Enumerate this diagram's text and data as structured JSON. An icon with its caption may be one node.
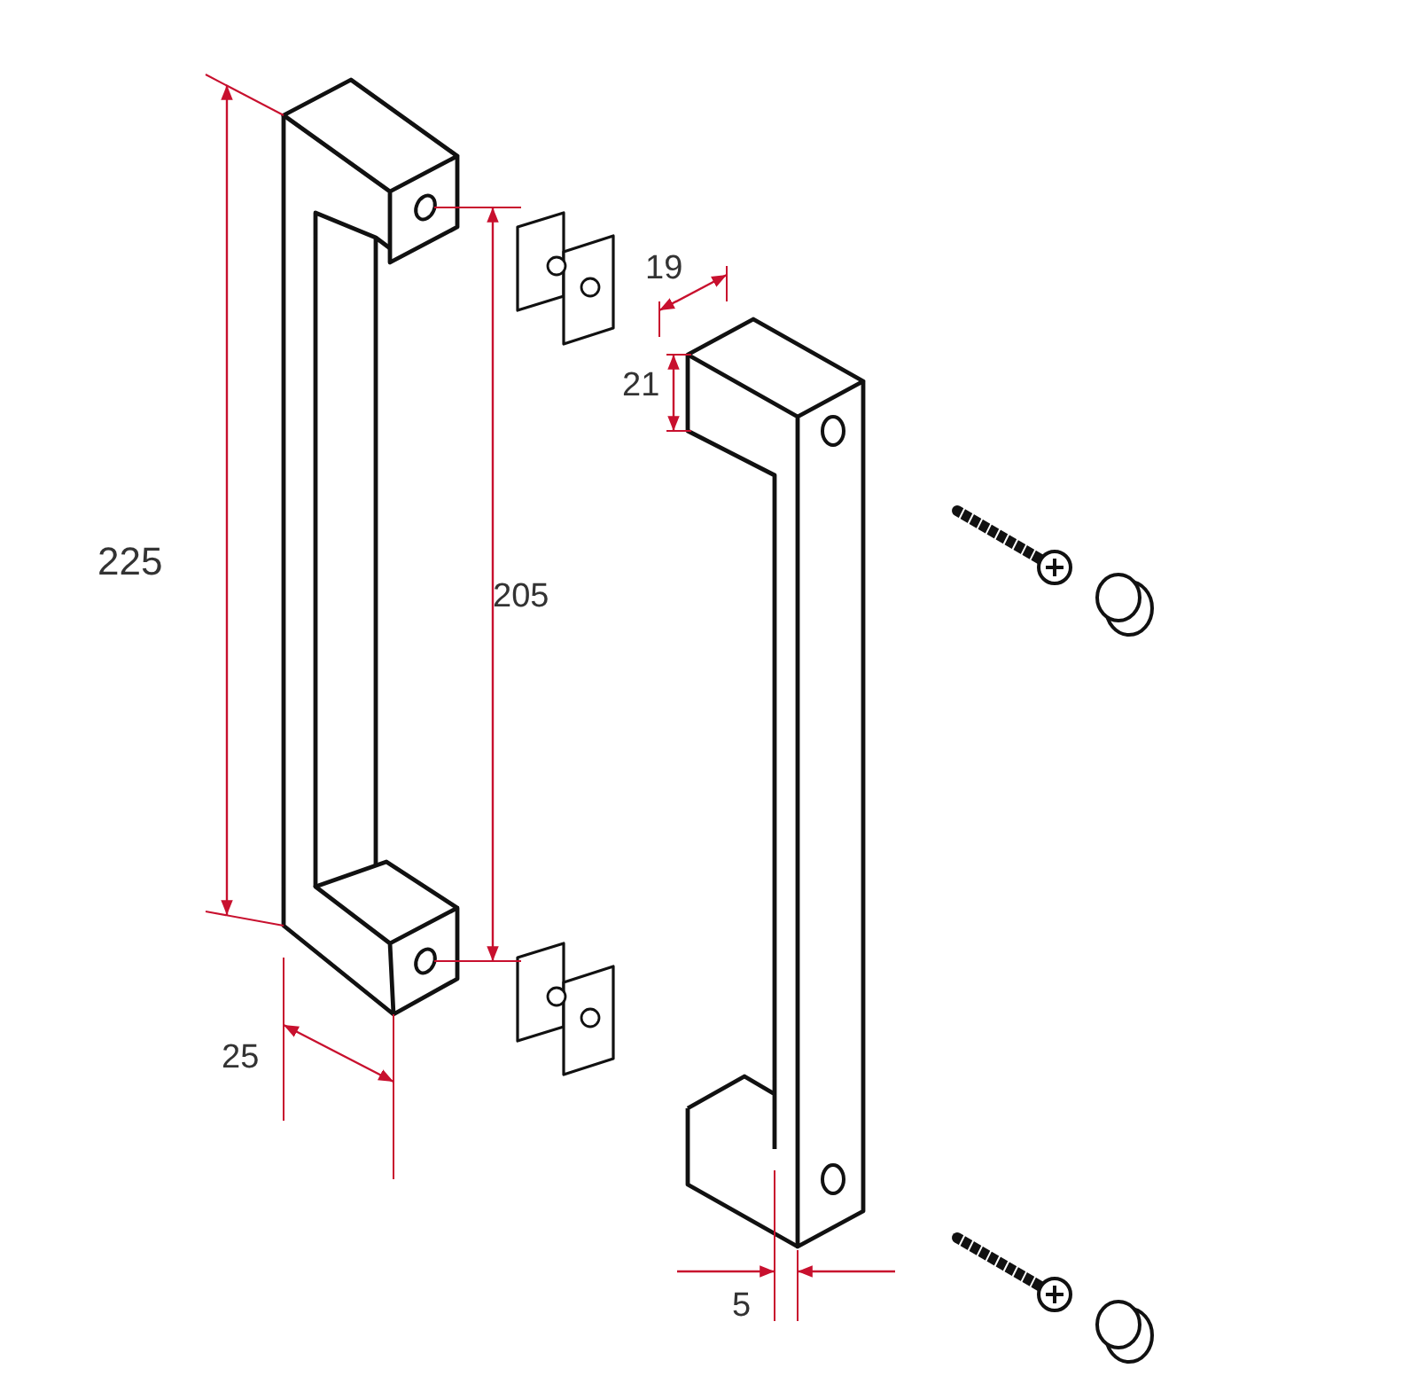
{
  "diagram": {
    "labels": [
      "19",
      "21",
      "225",
      "205",
      "25",
      "5"
    ]
  }
}
